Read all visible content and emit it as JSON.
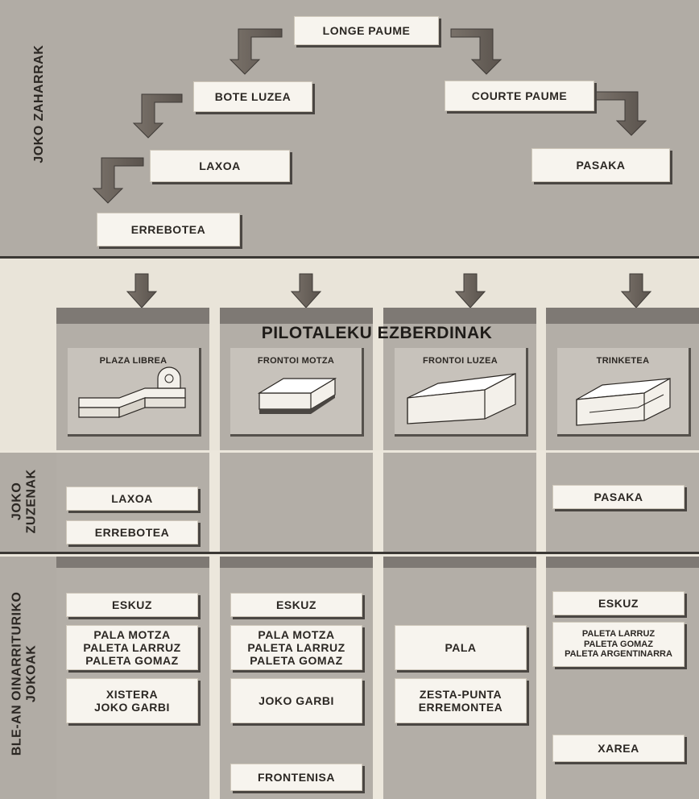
{
  "top": {
    "side_label": "JOKO ZAHARRAK",
    "longe_paume": "LONGE PAUME",
    "bote_luzea": "BOTE LUZEA",
    "courte_paume": "COURTE PAUME",
    "laxoa": "LAXOA",
    "pasaka": "PASAKA",
    "errebotea": "ERREBOTEA"
  },
  "venues": {
    "title": "PILOTALEKU EZBERDINAK",
    "items": [
      "PLAZA LIBREA",
      "FRONTOI MOTZA",
      "FRONTOI LUZEA",
      "TRINKETEA"
    ]
  },
  "direct": {
    "side_label_line1": "JOKO",
    "side_label_line2": "ZUZENAK",
    "laxoa": "LAXOA",
    "errebotea": "ERREBOTEA",
    "pasaka": "PASAKA"
  },
  "wall": {
    "side_label_line1": "BLE-AN OINARRITURIKO",
    "side_label_line2": "JOKOAK",
    "col1": [
      "ESKUZ",
      "PALA MOTZA\nPALETA LARRUZ\nPALETA GOMAZ",
      "XISTERA\nJOKO GARBI"
    ],
    "col2": [
      "ESKUZ",
      "PALA MOTZA\nPALETA LARRUZ\nPALETA GOMAZ",
      "JOKO GARBI",
      "FRONTENISA"
    ],
    "col3": [
      "PALA",
      "ZESTA-PUNTA\nERREMONTEA"
    ],
    "col4": [
      "ESKUZ",
      "PALETA LARRUZ\nPALETA GOMAZ\nPALETA ARGENTINARRA",
      "XAREA"
    ]
  }
}
